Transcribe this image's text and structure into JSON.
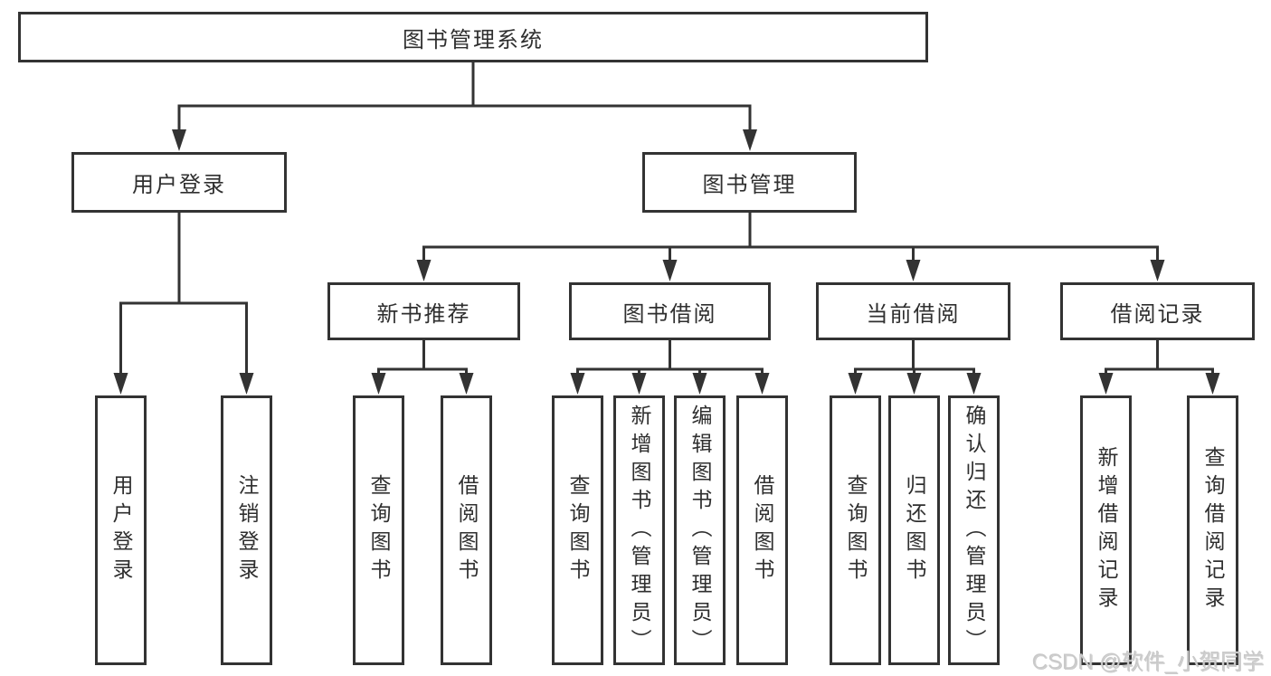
{
  "diagram_title": "图书管理系统",
  "colors": {
    "line": "#333333",
    "text": "#2f2f2f",
    "background": "#ffffff",
    "watermark": "#c9c9c9"
  },
  "tree": {
    "root": {
      "label": "图书管理系统"
    },
    "branches": [
      {
        "label": "用户登录",
        "children": [
          {
            "label": "用户登录"
          },
          {
            "label": "注销登录"
          }
        ]
      },
      {
        "label": "图书管理",
        "children": [
          {
            "label": "新书推荐",
            "children": [
              {
                "label": "查询图书"
              },
              {
                "label": "借阅图书"
              }
            ]
          },
          {
            "label": "图书借阅",
            "children": [
              {
                "label": "查询图书"
              },
              {
                "label": "新增图书（管理员）"
              },
              {
                "label": "编辑图书（管理员）"
              },
              {
                "label": "借阅图书"
              }
            ]
          },
          {
            "label": "当前借阅",
            "children": [
              {
                "label": "查询图书"
              },
              {
                "label": "归还图书"
              },
              {
                "label": "确认归还（管理员）"
              }
            ]
          },
          {
            "label": "借阅记录",
            "children": [
              {
                "label": "新增借阅记录"
              },
              {
                "label": "查询借阅记录"
              }
            ]
          }
        ]
      }
    ]
  },
  "watermark": {
    "text": "CSDN @软件_小贺同学"
  }
}
